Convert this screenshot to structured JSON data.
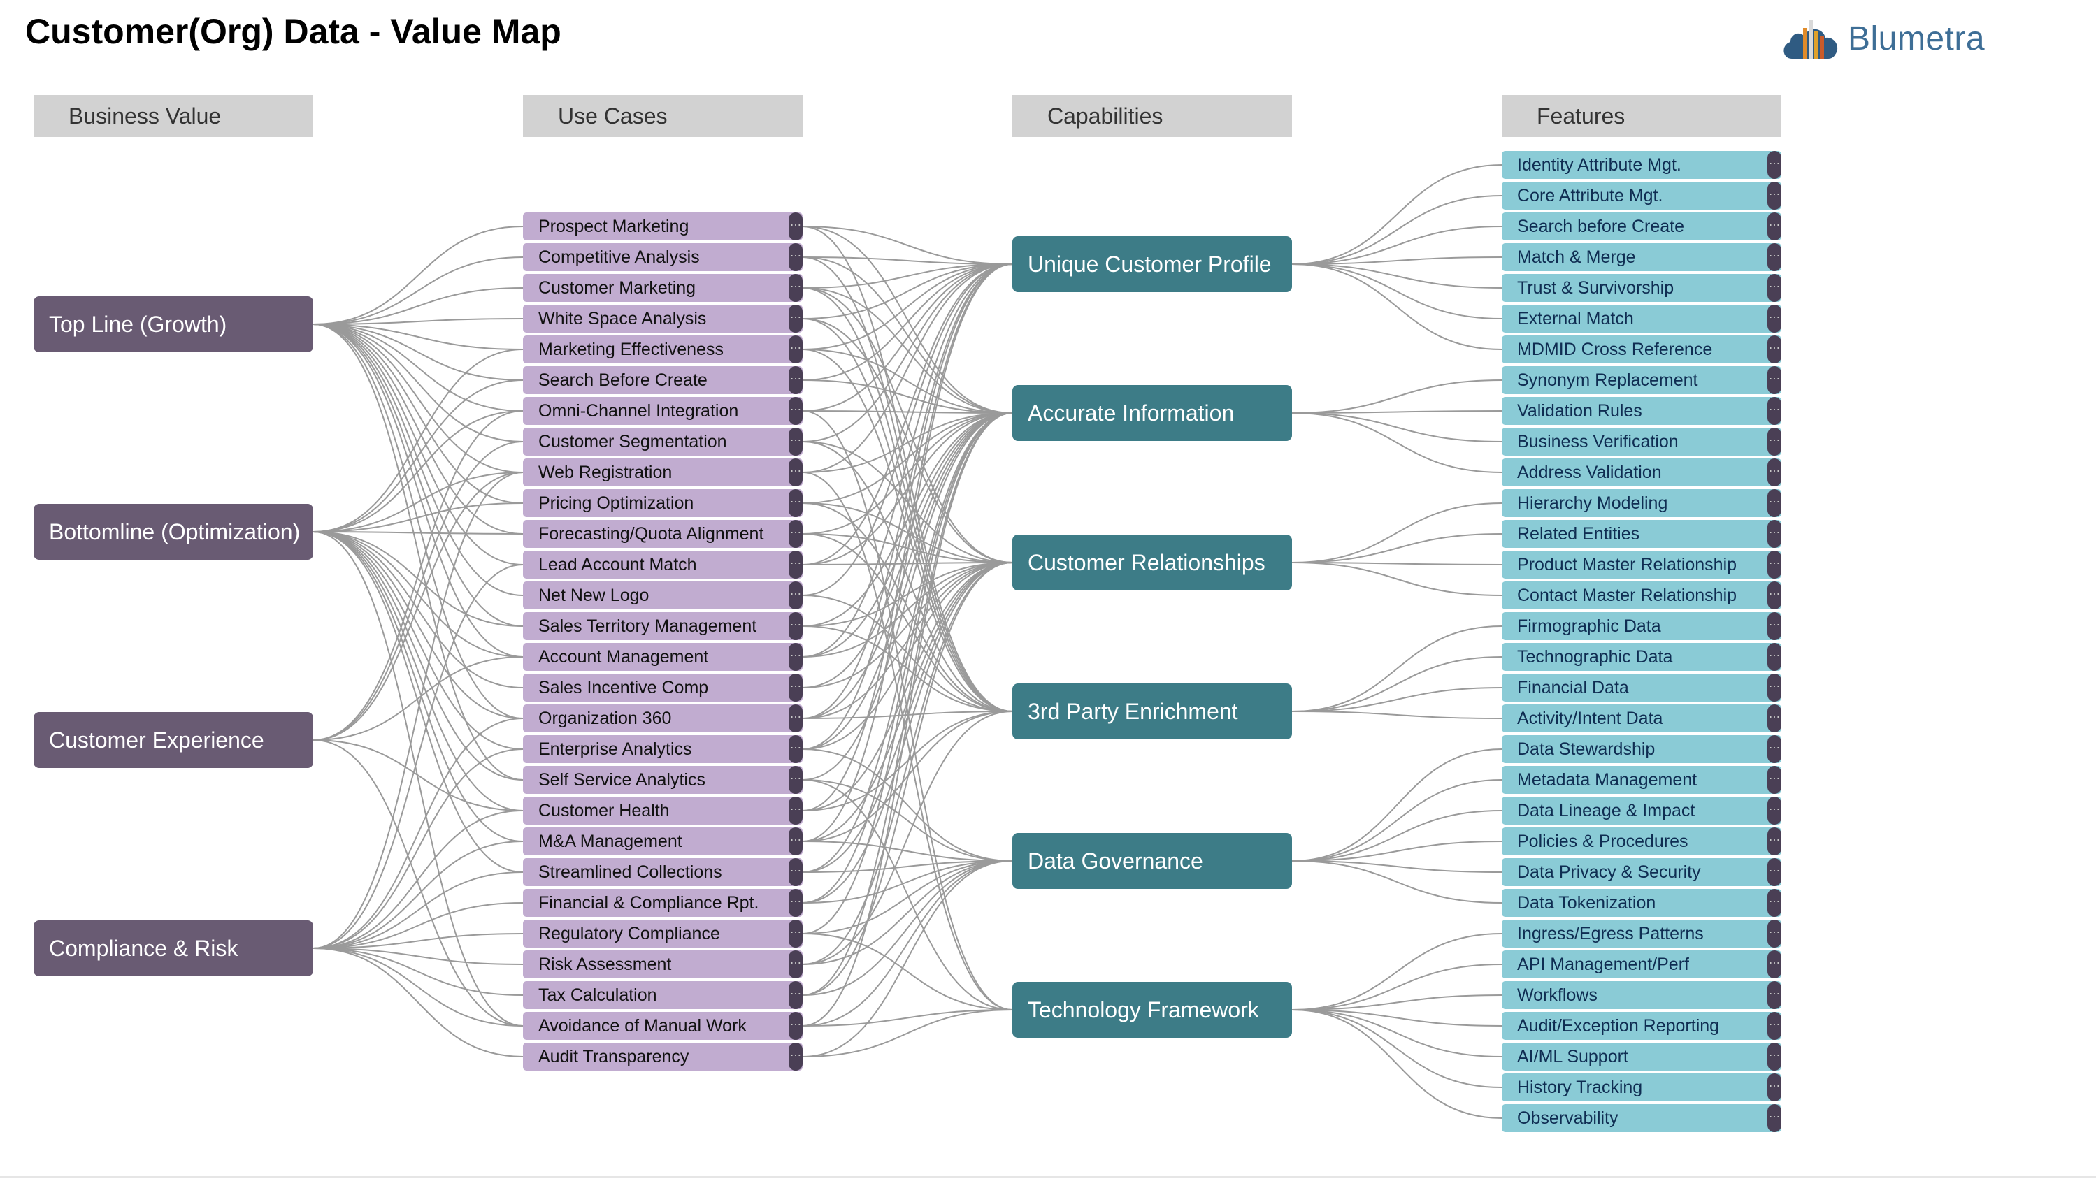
{
  "title": "Customer(Org) Data - Value Map",
  "logo": {
    "text": "Blumetra",
    "icon": "cloud-bars-logo-icon"
  },
  "colors": {
    "business_value": "#695b73",
    "use_case": "#c1acd0",
    "capability": "#3d7c87",
    "feature": "#8acbd6",
    "link": "#9a9a9a",
    "header": "#d2d2d2"
  },
  "columns": {
    "business_value": "Business Value",
    "use_cases": "Use Cases",
    "capabilities": "Capabilities",
    "features": "Features"
  },
  "business_values": [
    "Top Line (Growth)",
    "Bottomline (Optimization)",
    "Customer Experience",
    "Compliance & Risk"
  ],
  "use_cases": [
    "Prospect Marketing",
    "Competitive Analysis",
    "Customer Marketing",
    "White Space Analysis",
    "Marketing Effectiveness",
    "Search Before Create",
    "Omni-Channel Integration",
    "Customer Segmentation",
    "Web Registration",
    "Pricing Optimization",
    "Forecasting/Quota Alignment",
    "Lead Account Match",
    "Net New Logo",
    "Sales Territory Management",
    "Account Management",
    "Sales Incentive Comp",
    "Organization 360",
    "Enterprise Analytics",
    "Self Service Analytics",
    "Customer Health",
    "M&A Management",
    "Streamlined Collections",
    "Financial & Compliance Rpt.",
    "Regulatory Compliance",
    "Risk Assessment",
    "Tax Calculation",
    "Avoidance of Manual Work",
    "Audit Transparency"
  ],
  "capabilities": [
    "Unique Customer Profile",
    "Accurate Information",
    "Customer Relationships",
    "3rd Party Enrichment",
    "Data Governance",
    "Technology Framework"
  ],
  "features": [
    "Identity Attribute Mgt.",
    "Core Attribute Mgt.",
    "Search before Create",
    "Match & Merge",
    "Trust & Survivorship",
    "External Match",
    "MDMID Cross Reference",
    "Synonym Replacement",
    "Validation Rules",
    "Business Verification",
    "Address Validation",
    "Hierarchy Modeling",
    "Related Entities",
    "Product Master Relationship",
    "Contact Master Relationship",
    "Firmographic Data",
    "Technographic Data",
    "Financial Data",
    "Activity/Intent Data",
    "Data Stewardship",
    "Metadata Management",
    "Data Lineage & Impact",
    "Policies & Procedures",
    "Data Privacy & Security",
    "Data Tokenization",
    "Ingress/Egress Patterns",
    "API Management/Perf",
    "Workflows",
    "Audit/Exception Reporting",
    "AI/ML Support",
    "History Tracking",
    "Observability"
  ],
  "links_bv_uc": [
    [
      0,
      0
    ],
    [
      0,
      1
    ],
    [
      0,
      2
    ],
    [
      0,
      3
    ],
    [
      0,
      4
    ],
    [
      0,
      5
    ],
    [
      0,
      6
    ],
    [
      0,
      7
    ],
    [
      0,
      8
    ],
    [
      0,
      9
    ],
    [
      0,
      10
    ],
    [
      0,
      11
    ],
    [
      0,
      12
    ],
    [
      0,
      13
    ],
    [
      0,
      14
    ],
    [
      0,
      16
    ],
    [
      0,
      18
    ],
    [
      1,
      4
    ],
    [
      1,
      5
    ],
    [
      1,
      6
    ],
    [
      1,
      8
    ],
    [
      1,
      9
    ],
    [
      1,
      10
    ],
    [
      1,
      13
    ],
    [
      1,
      14
    ],
    [
      1,
      15
    ],
    [
      1,
      16
    ],
    [
      1,
      17
    ],
    [
      1,
      18
    ],
    [
      1,
      19
    ],
    [
      1,
      20
    ],
    [
      1,
      21
    ],
    [
      1,
      26
    ],
    [
      2,
      6
    ],
    [
      2,
      7
    ],
    [
      2,
      8
    ],
    [
      2,
      14
    ],
    [
      2,
      19
    ],
    [
      2,
      26
    ],
    [
      3,
      8
    ],
    [
      3,
      11
    ],
    [
      3,
      16
    ],
    [
      3,
      17
    ],
    [
      3,
      19
    ],
    [
      3,
      20
    ],
    [
      3,
      21
    ],
    [
      3,
      22
    ],
    [
      3,
      23
    ],
    [
      3,
      24
    ],
    [
      3,
      25
    ],
    [
      3,
      26
    ],
    [
      3,
      27
    ]
  ],
  "links_uc_cap": [
    [
      0,
      0
    ],
    [
      0,
      1
    ],
    [
      0,
      3
    ],
    [
      1,
      0
    ],
    [
      1,
      1
    ],
    [
      1,
      3
    ],
    [
      2,
      0
    ],
    [
      2,
      1
    ],
    [
      2,
      2
    ],
    [
      2,
      3
    ],
    [
      3,
      0
    ],
    [
      3,
      2
    ],
    [
      3,
      3
    ],
    [
      4,
      0
    ],
    [
      4,
      1
    ],
    [
      4,
      3
    ],
    [
      5,
      0
    ],
    [
      5,
      1
    ],
    [
      6,
      0
    ],
    [
      6,
      1
    ],
    [
      6,
      5
    ],
    [
      7,
      0
    ],
    [
      7,
      2
    ],
    [
      7,
      3
    ],
    [
      8,
      0
    ],
    [
      8,
      1
    ],
    [
      8,
      5
    ],
    [
      9,
      1
    ],
    [
      9,
      2
    ],
    [
      9,
      3
    ],
    [
      10,
      1
    ],
    [
      10,
      2
    ],
    [
      10,
      3
    ],
    [
      11,
      0
    ],
    [
      11,
      1
    ],
    [
      11,
      2
    ],
    [
      12,
      0
    ],
    [
      12,
      3
    ],
    [
      13,
      1
    ],
    [
      13,
      2
    ],
    [
      13,
      3
    ],
    [
      14,
      0
    ],
    [
      14,
      1
    ],
    [
      14,
      2
    ],
    [
      15,
      1
    ],
    [
      15,
      2
    ],
    [
      16,
      0
    ],
    [
      16,
      1
    ],
    [
      16,
      2
    ],
    [
      16,
      3
    ],
    [
      17,
      0
    ],
    [
      17,
      1
    ],
    [
      17,
      2
    ],
    [
      17,
      4
    ],
    [
      18,
      1
    ],
    [
      18,
      4
    ],
    [
      18,
      5
    ],
    [
      19,
      0
    ],
    [
      19,
      2
    ],
    [
      19,
      3
    ],
    [
      20,
      0
    ],
    [
      20,
      2
    ],
    [
      20,
      3
    ],
    [
      20,
      4
    ],
    [
      21,
      1
    ],
    [
      21,
      2
    ],
    [
      21,
      4
    ],
    [
      22,
      1
    ],
    [
      22,
      2
    ],
    [
      22,
      4
    ],
    [
      23,
      1
    ],
    [
      23,
      4
    ],
    [
      23,
      5
    ],
    [
      24,
      2
    ],
    [
      24,
      3
    ],
    [
      24,
      4
    ],
    [
      25,
      1
    ],
    [
      25,
      2
    ],
    [
      25,
      4
    ],
    [
      26,
      1
    ],
    [
      26,
      4
    ],
    [
      26,
      5
    ],
    [
      27,
      4
    ],
    [
      27,
      5
    ]
  ],
  "feature_groups": [
    [
      0,
      6
    ],
    [
      7,
      10
    ],
    [
      11,
      14
    ],
    [
      15,
      18
    ],
    [
      19,
      24
    ],
    [
      25,
      31
    ]
  ]
}
